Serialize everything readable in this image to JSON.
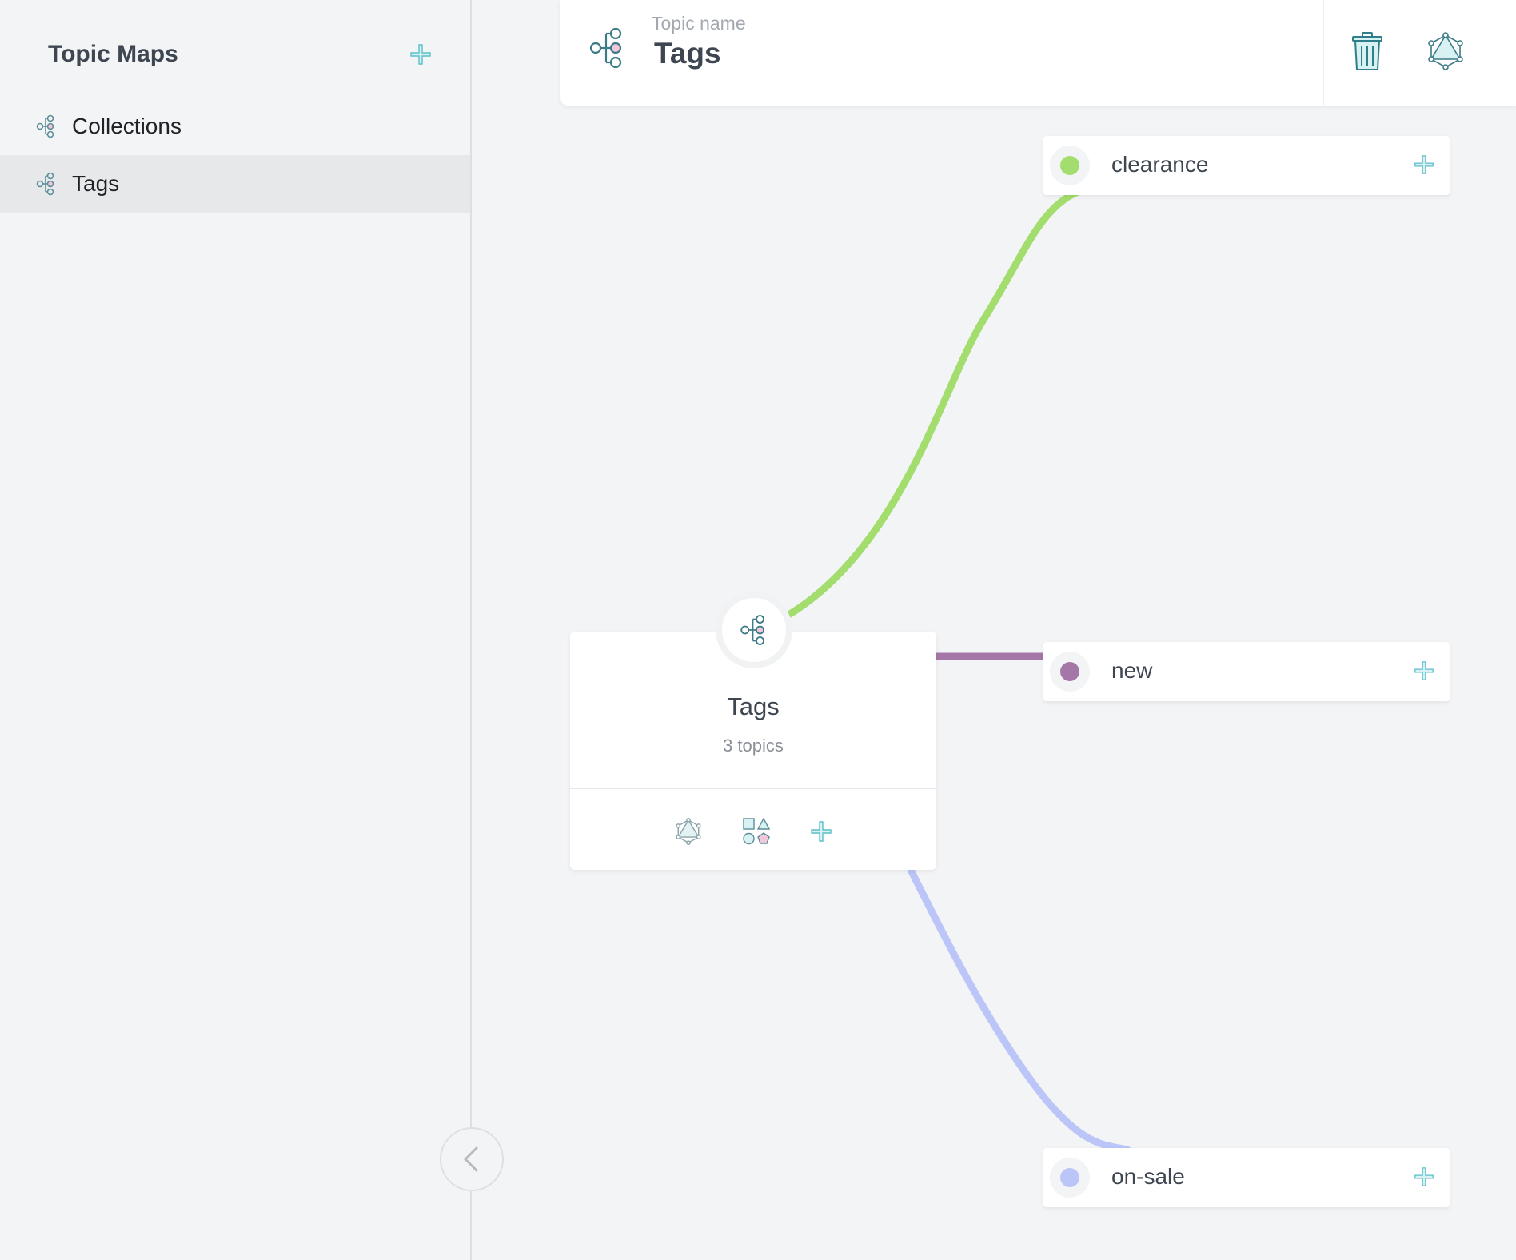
{
  "sidebar": {
    "title": "Topic Maps",
    "add_icon": "plus-icon",
    "items": [
      {
        "label": "Collections",
        "icon": "topic-map-icon",
        "active": false
      },
      {
        "label": "Tags",
        "icon": "topic-map-icon",
        "active": true
      }
    ],
    "collapse_icon": "chevron-left-icon"
  },
  "topbar": {
    "label": "Topic name",
    "value": "Tags",
    "icon": "topic-map-icon",
    "actions": [
      "trash-icon",
      "graphql-icon"
    ]
  },
  "center_node": {
    "title": "Tags",
    "subtitle": "3 topics",
    "actions": [
      "graphql-icon",
      "shapes-icon",
      "plus-icon"
    ]
  },
  "topics": [
    {
      "label": "clearance",
      "color": "#a3dd6d"
    },
    {
      "label": "new",
      "color": "#a577a8"
    },
    {
      "label": "on-sale",
      "color": "#bcc5f8"
    }
  ],
  "colors": {
    "accent": "#5bbfc9",
    "sidebar_bg": "#f3f4f6",
    "active_item_bg": "#e7e8ea",
    "text_primary": "#3e4651"
  }
}
